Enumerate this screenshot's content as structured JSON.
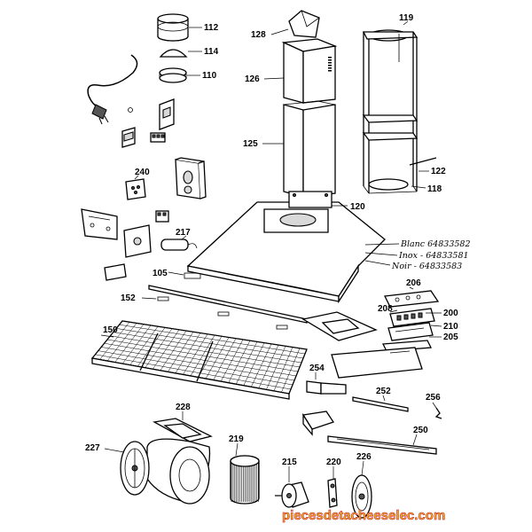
{
  "diagram": {
    "labels": {
      "p112": "112",
      "p114": "114",
      "p110": "110",
      "p128": "128",
      "p126": "126",
      "p125": "125",
      "p119": "119",
      "p122": "122",
      "p118": "118",
      "p120": "120",
      "p240": "240",
      "p217": "217",
      "p105": "105",
      "p152": "152",
      "p150": "150",
      "p206": "206",
      "p208": "208",
      "p200": "200",
      "p210": "210",
      "p205": "205",
      "p254": "254",
      "p252": "252",
      "p256": "256",
      "p228": "228",
      "p227": "227",
      "p219": "219",
      "p215": "215",
      "p220": "220",
      "p226": "226",
      "p250": "250"
    },
    "variants": {
      "blanc": "Blanc 64833582",
      "inox": "Inox - 64833581",
      "noir": "Noir - 64833583"
    },
    "watermark": "piecesdetacheeselec.com"
  }
}
